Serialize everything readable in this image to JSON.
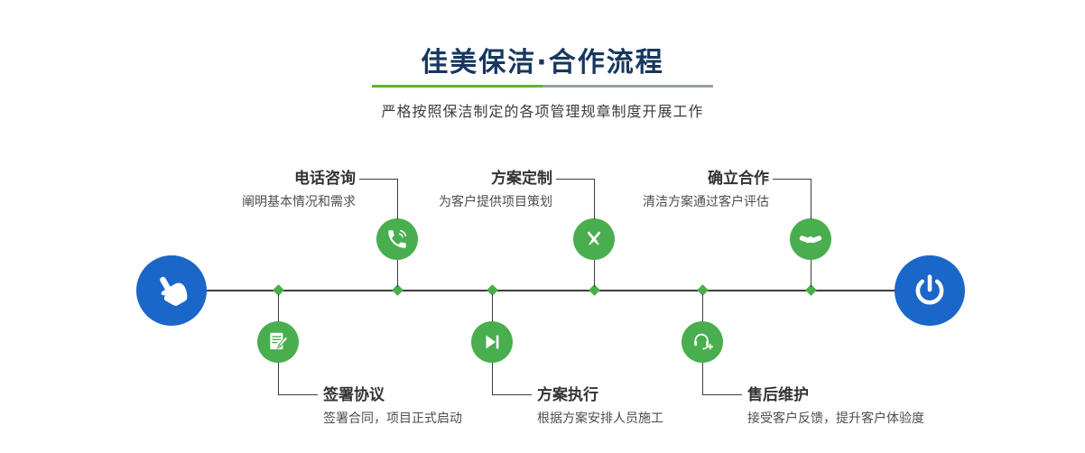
{
  "header": {
    "title": "佳美保洁·合作流程",
    "subtitle": "严格按照保洁制定的各项管理规章制度开展工作"
  },
  "timeline": {
    "start_icon": "pointer-hand-icon",
    "end_icon": "power-icon",
    "steps": [
      {
        "title": "电话咨询",
        "desc": "阐明基本情况和需求",
        "icon": "phone-icon",
        "position": "top"
      },
      {
        "title": "签署协议",
        "desc": "签署合同，项目正式启动",
        "icon": "contract-icon",
        "position": "bottom"
      },
      {
        "title": "方案定制",
        "desc": "为客户提供项目策划",
        "icon": "design-tools-icon",
        "position": "top"
      },
      {
        "title": "方案执行",
        "desc": "根据方案安排人员施工",
        "icon": "play-icon",
        "position": "bottom"
      },
      {
        "title": "确立合作",
        "desc": "清洁方案通过客户评估",
        "icon": "handshake-icon",
        "position": "top"
      },
      {
        "title": "售后维护",
        "desc": "接受客户反馈，提升客户体验度",
        "icon": "headset-icon",
        "position": "bottom"
      }
    ],
    "colors": {
      "accent_green": "#49ae4e",
      "accent_blue": "#1b66c9",
      "title_blue": "#17375e",
      "line": "#3d3d3d"
    }
  }
}
